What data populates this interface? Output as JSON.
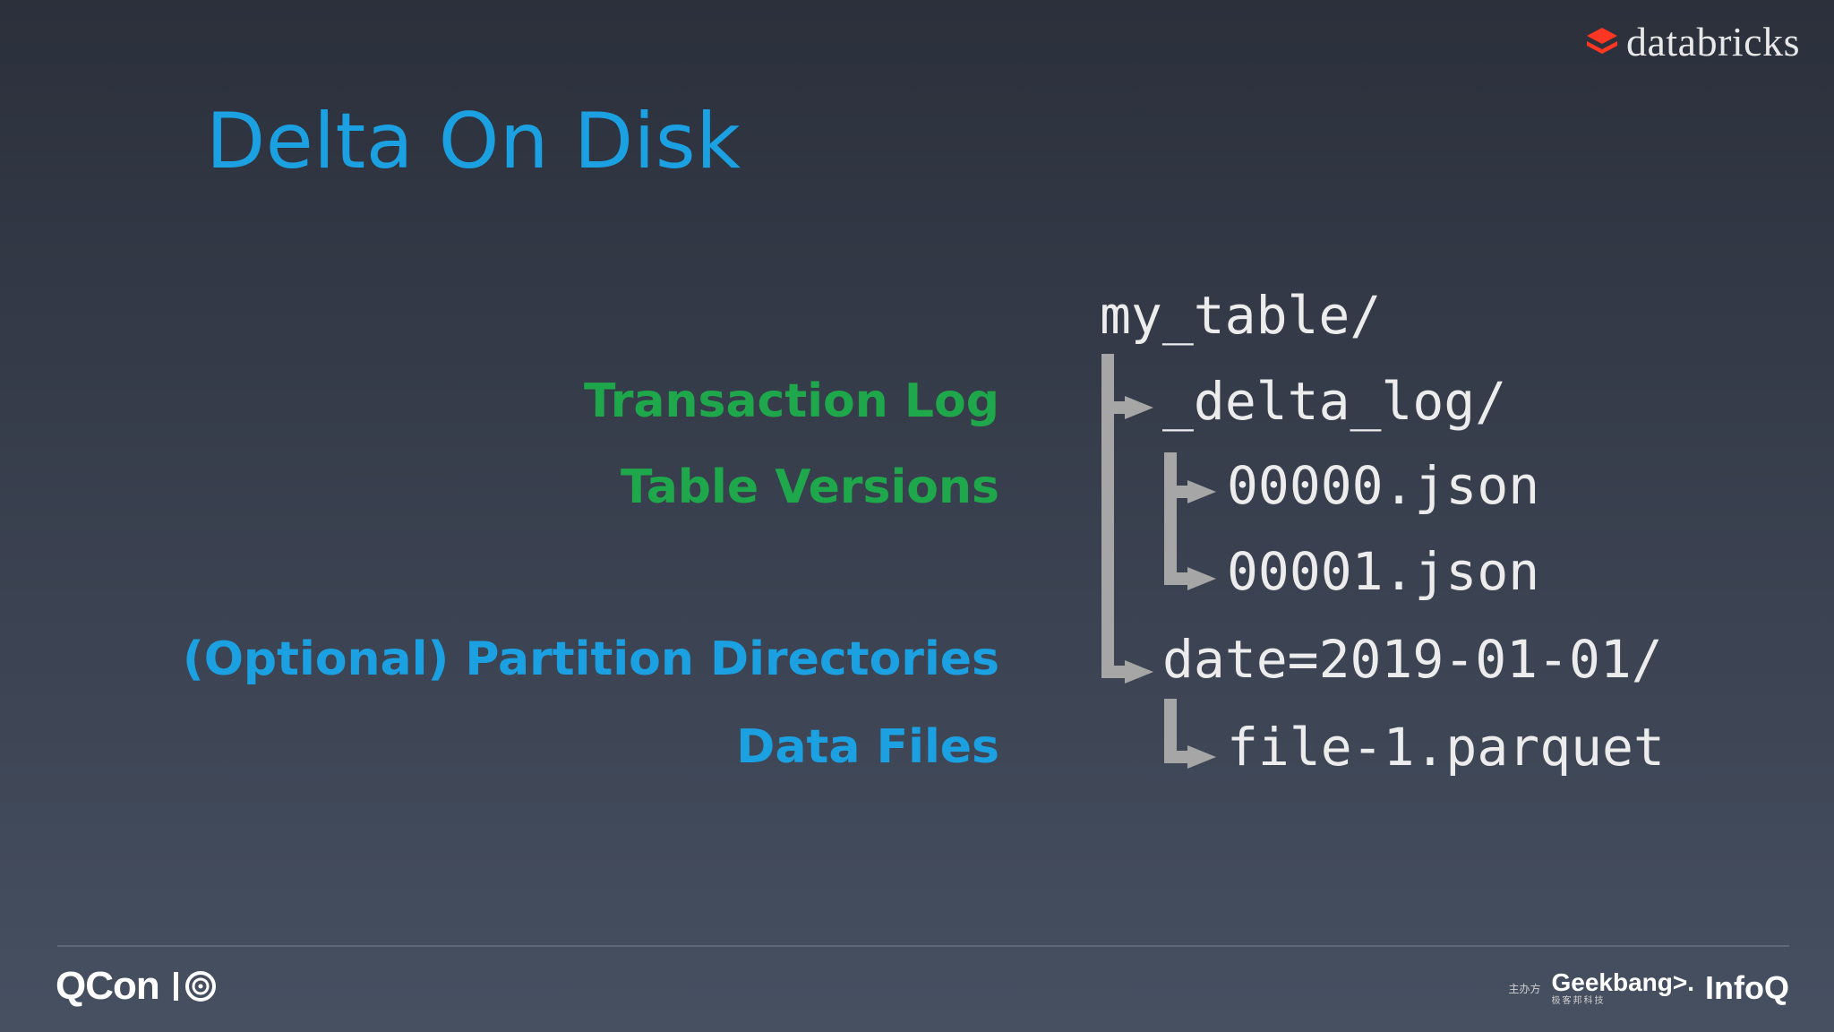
{
  "header": {
    "brand": "databricks"
  },
  "slide": {
    "title": "Delta On Disk"
  },
  "labels": {
    "transaction_log": "Transaction Log",
    "table_versions": "Table Versions",
    "partition_dirs": "(Optional) Partition Directories",
    "data_files": "Data Files"
  },
  "tree": {
    "root": "my_table/",
    "delta_log": "_delta_log/",
    "json0": "00000.json",
    "json1": "00001.json",
    "partition": "date=2019-01-01/",
    "parquet": "file-1.parquet"
  },
  "colors": {
    "title": "#1ba1e2",
    "green": "#1fa84b",
    "blue": "#1ba1e2",
    "connector": "#a6a6a6"
  },
  "footer": {
    "qcon": "QCon",
    "sponsor_note": "主办方",
    "geekbang": "Geekbang>.",
    "geekbang_sub": "极客邦科技",
    "infoq": "InfoQ"
  }
}
